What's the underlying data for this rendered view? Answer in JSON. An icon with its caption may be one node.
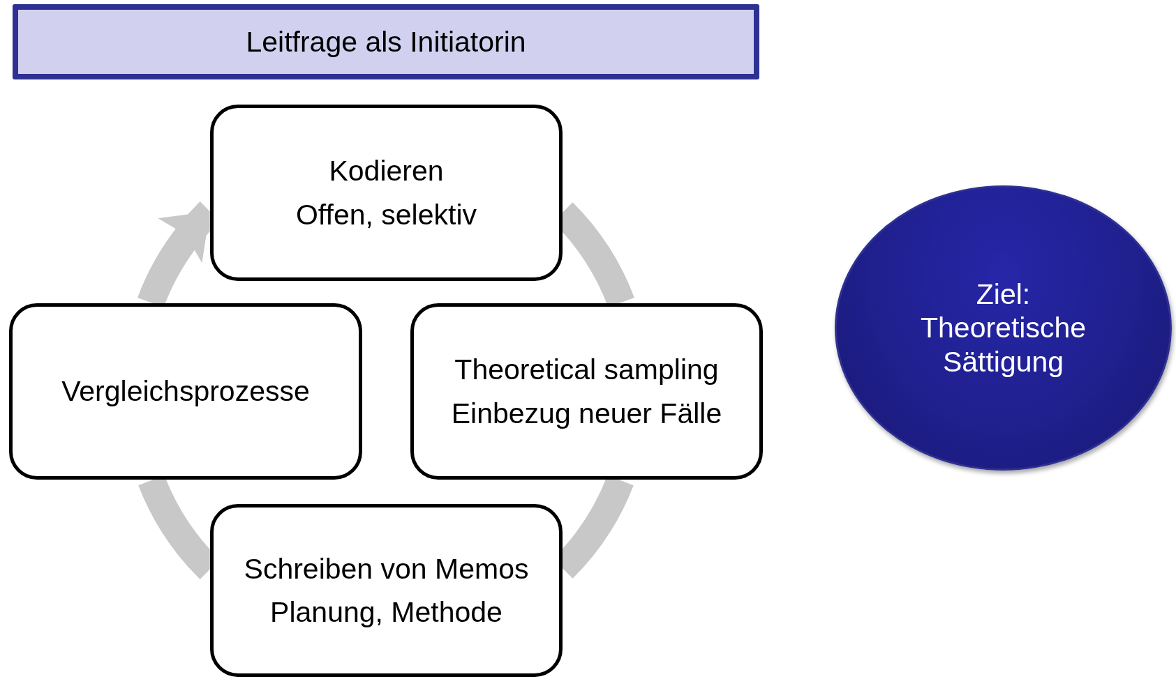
{
  "diagram": {
    "nodes": [
      {
        "text": [
          "Leitfrage als Initiatorin"
        ]
      },
      {
        "text": [
          "Kodieren",
          "Offen, selektiv"
        ]
      },
      {
        "text": [
          "Vergleichsprozesse"
        ]
      },
      {
        "text": [
          "Theoretical sampling",
          "Einbezug neuer Fälle"
        ]
      },
      {
        "text": [
          "Schreiben von Memos",
          "Planung, Methode"
        ]
      },
      {
        "text": [
          "Ziel: Theoretische Sättigung"
        ]
      }
    ],
    "edges": [
      {
        "from": 2,
        "to": 1,
        "arrow": "to"
      },
      {
        "from": 1,
        "to": 3,
        "arrow": "none"
      },
      {
        "from": 3,
        "to": 4,
        "arrow": "none"
      },
      {
        "from": 4,
        "to": 2,
        "arrow": "none"
      }
    ]
  }
}
